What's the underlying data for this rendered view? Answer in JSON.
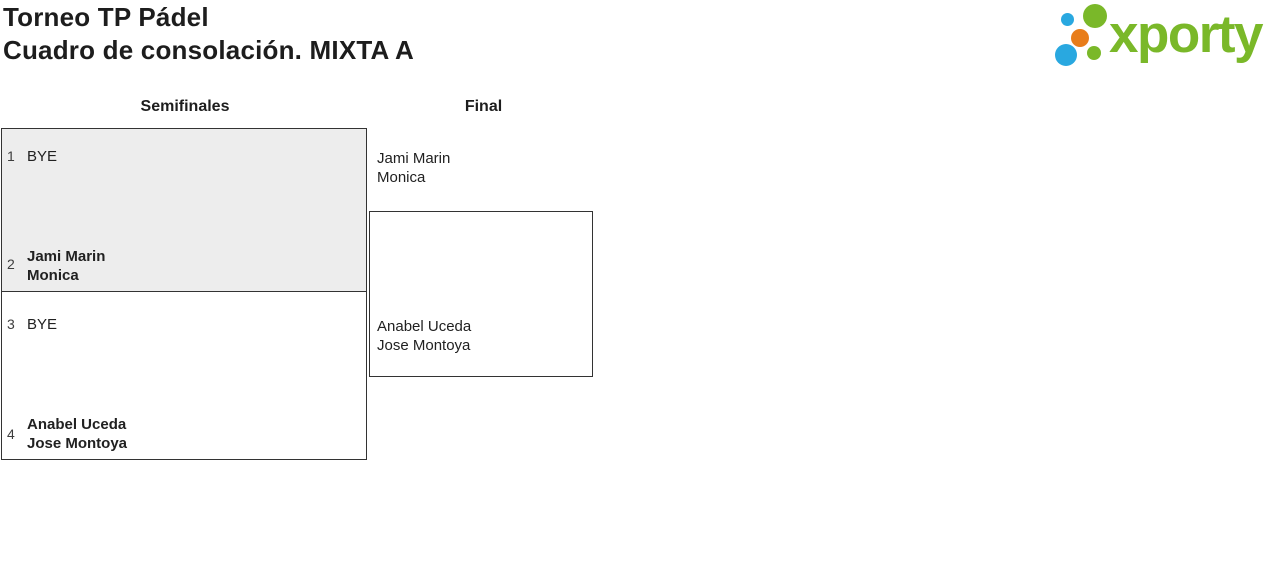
{
  "page": {
    "title_line1": "Torneo TP Pádel",
    "title_line2": "Cuadro de consolación. MIXTA A",
    "background": "#ffffff",
    "text_color": "#212121"
  },
  "logo": {
    "wordmark": "xporty",
    "wordmark_color": "#7ab829",
    "dot_blue": "#29a8e0",
    "dot_green": "#7ab829",
    "dot_orange": "#e87d1a"
  },
  "bracket": {
    "rounds": [
      {
        "label": "Semifinales"
      },
      {
        "label": "Final"
      }
    ],
    "border_color": "#333333",
    "match_fill": "#ededed",
    "semifinal_slots": [
      {
        "seed": "1",
        "line1": "BYE",
        "line2": "",
        "winner": false
      },
      {
        "seed": "2",
        "line1": "Jami Marin",
        "line2": "Monica",
        "winner": true
      },
      {
        "seed": "3",
        "line1": "BYE",
        "line2": "",
        "winner": false
      },
      {
        "seed": "4",
        "line1": "Anabel Uceda",
        "line2": "Jose Montoya",
        "winner": true
      }
    ],
    "final_slots": [
      {
        "line1": "Jami Marin",
        "line2": "Monica"
      },
      {
        "line1": "Anabel Uceda",
        "line2": "Jose Montoya"
      }
    ]
  }
}
